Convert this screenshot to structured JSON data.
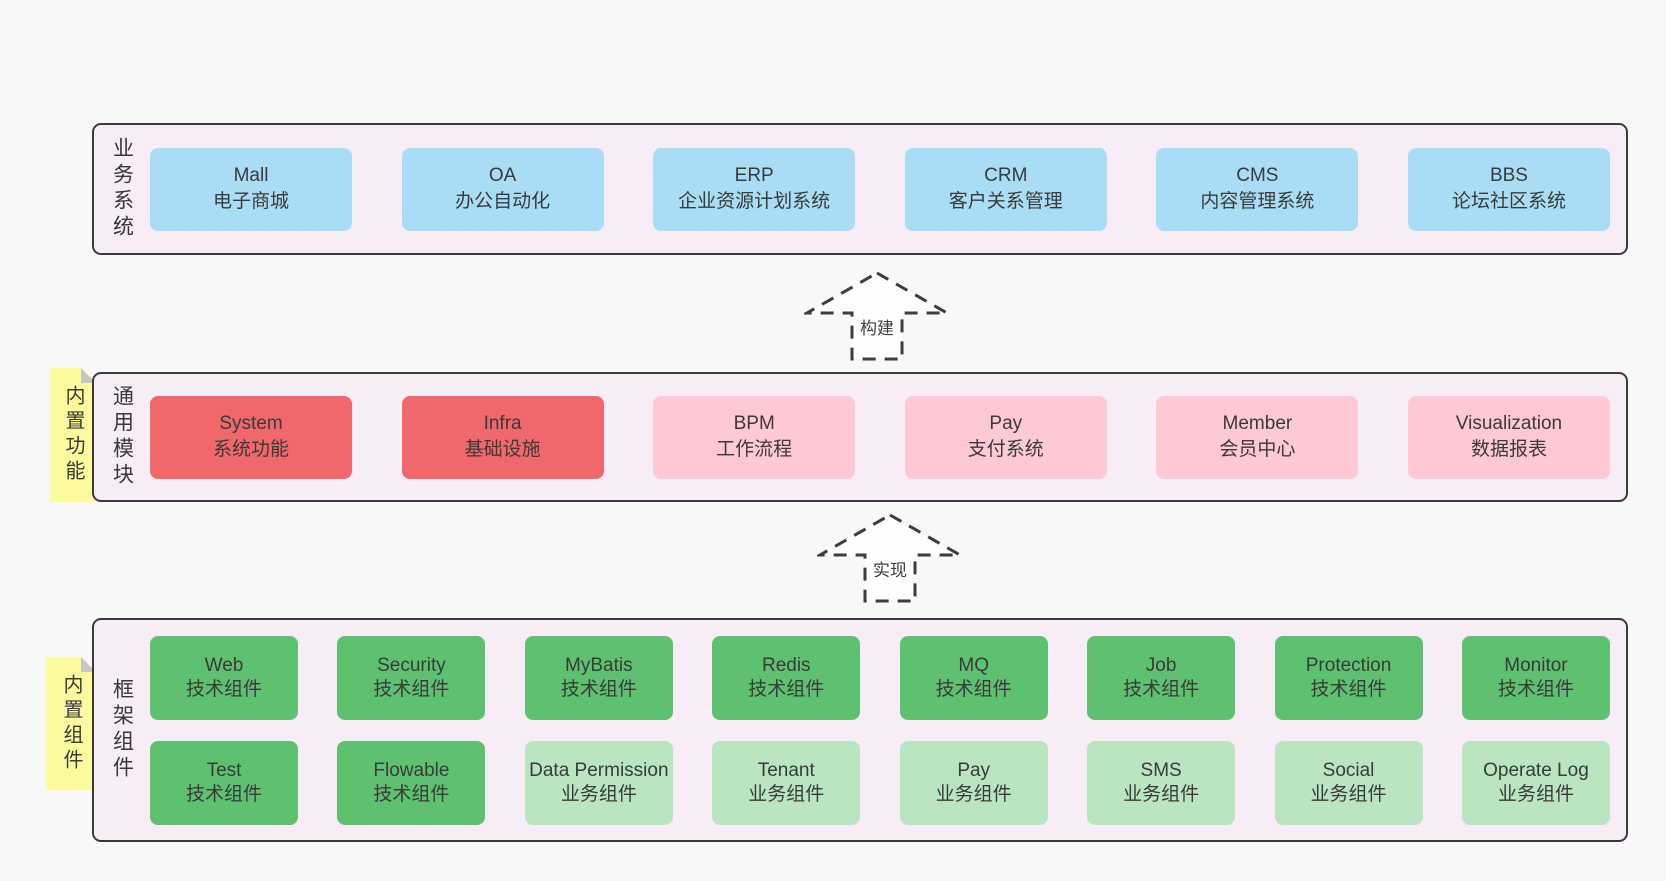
{
  "colors": {
    "page_background": "#f8f8f8",
    "band_background": "#f8edf6",
    "band_border": "#3b3b3b",
    "box_blue": "#a9ddf6",
    "box_red": "#f0686a",
    "box_pink": "#fec9d3",
    "box_green": "#5ec170",
    "box_light_green": "#b9e5c1",
    "sticky_yellow": "#fbfb9e",
    "sticky_fold_gray": "#c6c6c6",
    "text": "#3a3a3a"
  },
  "arrows": [
    {
      "label": "构建"
    },
    {
      "label": "实现"
    }
  ],
  "bands": [
    {
      "label": "业务系统",
      "boxes": [
        {
          "title": "Mall",
          "subtitle": "电子商城"
        },
        {
          "title": "OA",
          "subtitle": "办公自动化"
        },
        {
          "title": "ERP",
          "subtitle": "企业资源计划系统"
        },
        {
          "title": "CRM",
          "subtitle": "客户关系管理"
        },
        {
          "title": "CMS",
          "subtitle": "内容管理系统"
        },
        {
          "title": "BBS",
          "subtitle": "论坛社区系统"
        }
      ]
    },
    {
      "label": "通用模块",
      "sticky": "内置功能",
      "boxes": [
        {
          "title": "System",
          "subtitle": "系统功能"
        },
        {
          "title": "Infra",
          "subtitle": "基础设施"
        },
        {
          "title": "BPM",
          "subtitle": "工作流程"
        },
        {
          "title": "Pay",
          "subtitle": "支付系统"
        },
        {
          "title": "Member",
          "subtitle": "会员中心"
        },
        {
          "title": "Visualization",
          "subtitle": "数据报表"
        }
      ]
    },
    {
      "label": "框架组件",
      "sticky": "内置组件",
      "rows": [
        [
          {
            "title": "Web",
            "subtitle": "技术组件"
          },
          {
            "title": "Security",
            "subtitle": "技术组件"
          },
          {
            "title": "MyBatis",
            "subtitle": "技术组件"
          },
          {
            "title": "Redis",
            "subtitle": "技术组件"
          },
          {
            "title": "MQ",
            "subtitle": "技术组件"
          },
          {
            "title": "Job",
            "subtitle": "技术组件"
          },
          {
            "title": "Protection",
            "subtitle": "技术组件"
          },
          {
            "title": "Monitor",
            "subtitle": "技术组件"
          }
        ],
        [
          {
            "title": "Test",
            "subtitle": "技术组件"
          },
          {
            "title": "Flowable",
            "subtitle": "技术组件"
          },
          {
            "title": "Data Permission",
            "subtitle": "业务组件"
          },
          {
            "title": "Tenant",
            "subtitle": "业务组件"
          },
          {
            "title": "Pay",
            "subtitle": "业务组件"
          },
          {
            "title": "SMS",
            "subtitle": "业务组件"
          },
          {
            "title": "Social",
            "subtitle": "业务组件"
          },
          {
            "title": "Operate Log",
            "subtitle": "业务组件"
          }
        ]
      ]
    }
  ]
}
